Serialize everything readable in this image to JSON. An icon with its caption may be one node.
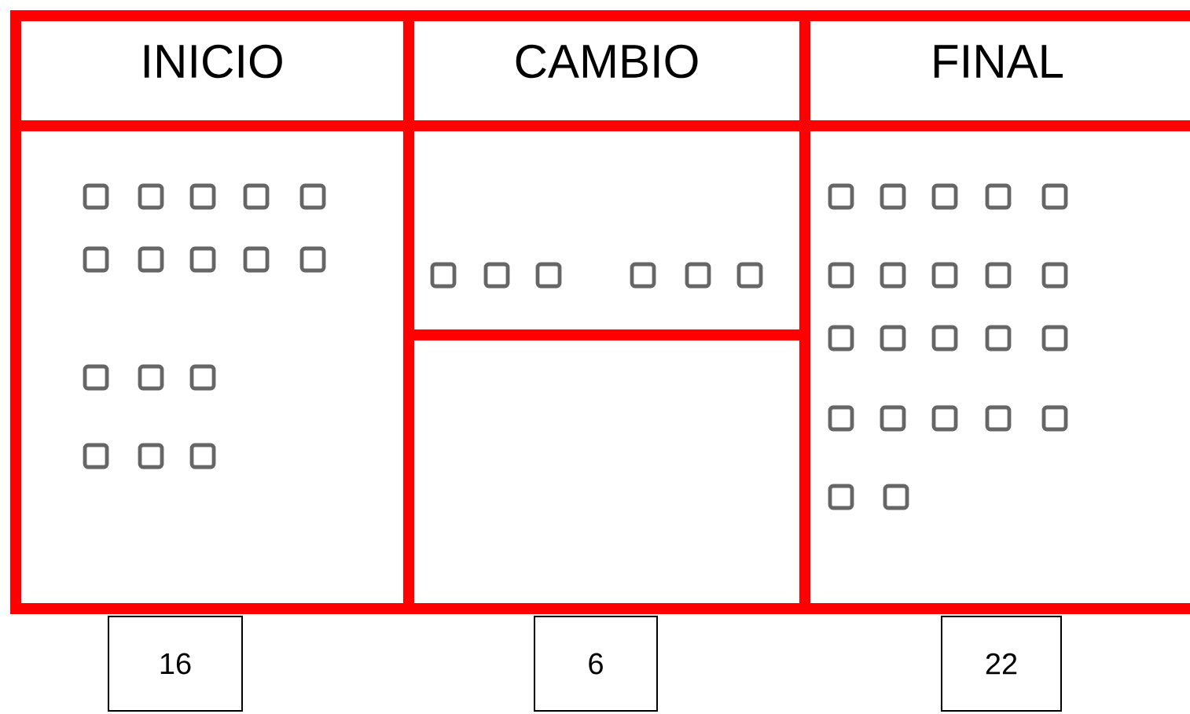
{
  "diagram": {
    "nodes": [
      {
        "text": [
          "INICIO"
        ]
      },
      {
        "text": [
          "CAMBIO"
        ]
      },
      {
        "text": [
          "FINAL"
        ]
      },
      {
        "text": [
          "16"
        ]
      },
      {
        "text": [
          "6"
        ]
      },
      {
        "text": [
          "22"
        ]
      }
    ]
  }
}
